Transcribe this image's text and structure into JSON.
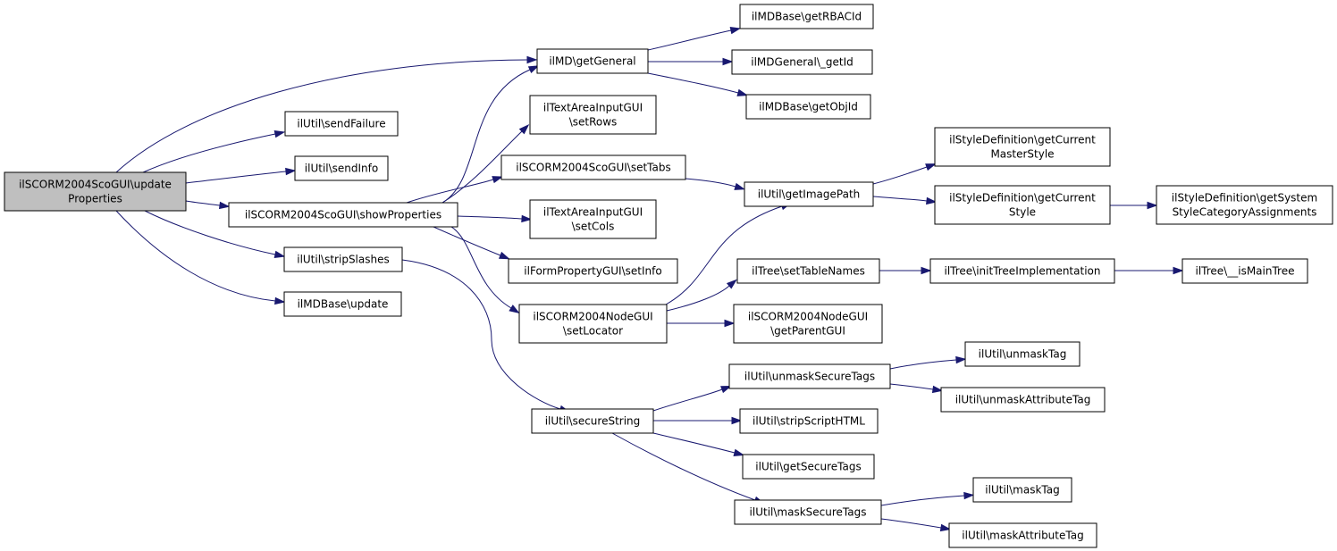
{
  "diagram": {
    "nodes": [
      {
        "id": "root",
        "lines": [
          "ilSCORM2004ScoGUI\\update",
          "Properties"
        ],
        "highlighted": true
      },
      {
        "id": "getGeneral",
        "lines": [
          "ilMD\\getGeneral"
        ]
      },
      {
        "id": "sendFailure",
        "lines": [
          "ilUtil\\sendFailure"
        ]
      },
      {
        "id": "sendInfo",
        "lines": [
          "ilUtil\\sendInfo"
        ]
      },
      {
        "id": "showProperties",
        "lines": [
          "ilSCORM2004ScoGUI\\showProperties"
        ]
      },
      {
        "id": "stripSlashes",
        "lines": [
          "ilUtil\\stripSlashes"
        ]
      },
      {
        "id": "mdUpdate",
        "lines": [
          "ilMDBase\\update"
        ]
      },
      {
        "id": "getRBACId",
        "lines": [
          "ilMDBase\\getRBACId"
        ]
      },
      {
        "id": "mdGeneralGetId",
        "lines": [
          "ilMDGeneral\\_getId"
        ]
      },
      {
        "id": "getObjId",
        "lines": [
          "ilMDBase\\getObjId"
        ]
      },
      {
        "id": "setRows",
        "lines": [
          "ilTextAreaInputGUI",
          "\\setRows"
        ]
      },
      {
        "id": "setTabs",
        "lines": [
          "ilSCORM2004ScoGUI\\setTabs"
        ]
      },
      {
        "id": "setCols",
        "lines": [
          "ilTextAreaInputGUI",
          "\\setCols"
        ]
      },
      {
        "id": "setInfo",
        "lines": [
          "ilFormPropertyGUI\\setInfo"
        ]
      },
      {
        "id": "setLocator",
        "lines": [
          "ilSCORM2004NodeGUI",
          "\\setLocator"
        ]
      },
      {
        "id": "secureString",
        "lines": [
          "ilUtil\\secureString"
        ]
      },
      {
        "id": "getImagePath",
        "lines": [
          "ilUtil\\getImagePath"
        ]
      },
      {
        "id": "getCurrentMasterStyle",
        "lines": [
          "ilStyleDefinition\\getCurrent",
          "MasterStyle"
        ]
      },
      {
        "id": "getCurrentStyle",
        "lines": [
          "ilStyleDefinition\\getCurrent",
          "Style"
        ]
      },
      {
        "id": "getSystemStyleCat",
        "lines": [
          "ilStyleDefinition\\getSystem",
          "StyleCategoryAssignments"
        ]
      },
      {
        "id": "setTableNames",
        "lines": [
          "ilTree\\setTableNames"
        ]
      },
      {
        "id": "initTreeImpl",
        "lines": [
          "ilTree\\initTreeImplementation"
        ]
      },
      {
        "id": "isMainTree",
        "lines": [
          "ilTree\\__isMainTree"
        ]
      },
      {
        "id": "getParentGUI",
        "lines": [
          "ilSCORM2004NodeGUI",
          "\\getParentGUI"
        ]
      },
      {
        "id": "unmaskSecureTags",
        "lines": [
          "ilUtil\\unmaskSecureTags"
        ]
      },
      {
        "id": "unmaskTag",
        "lines": [
          "ilUtil\\unmaskTag"
        ]
      },
      {
        "id": "unmaskAttributeTag",
        "lines": [
          "ilUtil\\unmaskAttributeTag"
        ]
      },
      {
        "id": "stripScriptHTML",
        "lines": [
          "ilUtil\\stripScriptHTML"
        ]
      },
      {
        "id": "getSecureTags",
        "lines": [
          "ilUtil\\getSecureTags"
        ]
      },
      {
        "id": "maskSecureTags",
        "lines": [
          "ilUtil\\maskSecureTags"
        ]
      },
      {
        "id": "maskTag",
        "lines": [
          "ilUtil\\maskTag"
        ]
      },
      {
        "id": "maskAttributeTag",
        "lines": [
          "ilUtil\\maskAttributeTag"
        ]
      }
    ],
    "edges": [
      [
        "root",
        "getGeneral"
      ],
      [
        "root",
        "sendFailure"
      ],
      [
        "root",
        "sendInfo"
      ],
      [
        "root",
        "showProperties"
      ],
      [
        "root",
        "stripSlashes"
      ],
      [
        "root",
        "mdUpdate"
      ],
      [
        "getGeneral",
        "getRBACId"
      ],
      [
        "getGeneral",
        "mdGeneralGetId"
      ],
      [
        "getGeneral",
        "getObjId"
      ],
      [
        "showProperties",
        "getGeneral"
      ],
      [
        "showProperties",
        "setRows"
      ],
      [
        "showProperties",
        "setTabs"
      ],
      [
        "showProperties",
        "setCols"
      ],
      [
        "showProperties",
        "setInfo"
      ],
      [
        "showProperties",
        "setLocator"
      ],
      [
        "setTabs",
        "getImagePath"
      ],
      [
        "getImagePath",
        "getCurrentMasterStyle"
      ],
      [
        "getImagePath",
        "getCurrentStyle"
      ],
      [
        "getCurrentStyle",
        "getSystemStyleCat"
      ],
      [
        "setLocator",
        "getImagePath"
      ],
      [
        "setLocator",
        "setTableNames"
      ],
      [
        "setLocator",
        "getParentGUI"
      ],
      [
        "setTableNames",
        "initTreeImpl"
      ],
      [
        "initTreeImpl",
        "isMainTree"
      ],
      [
        "stripSlashes",
        "secureString"
      ],
      [
        "secureString",
        "unmaskSecureTags"
      ],
      [
        "secureString",
        "stripScriptHTML"
      ],
      [
        "secureString",
        "getSecureTags"
      ],
      [
        "secureString",
        "maskSecureTags"
      ],
      [
        "unmaskSecureTags",
        "unmaskTag"
      ],
      [
        "unmaskSecureTags",
        "unmaskAttributeTag"
      ],
      [
        "maskSecureTags",
        "maskTag"
      ],
      [
        "maskSecureTags",
        "maskAttributeTag"
      ]
    ]
  }
}
